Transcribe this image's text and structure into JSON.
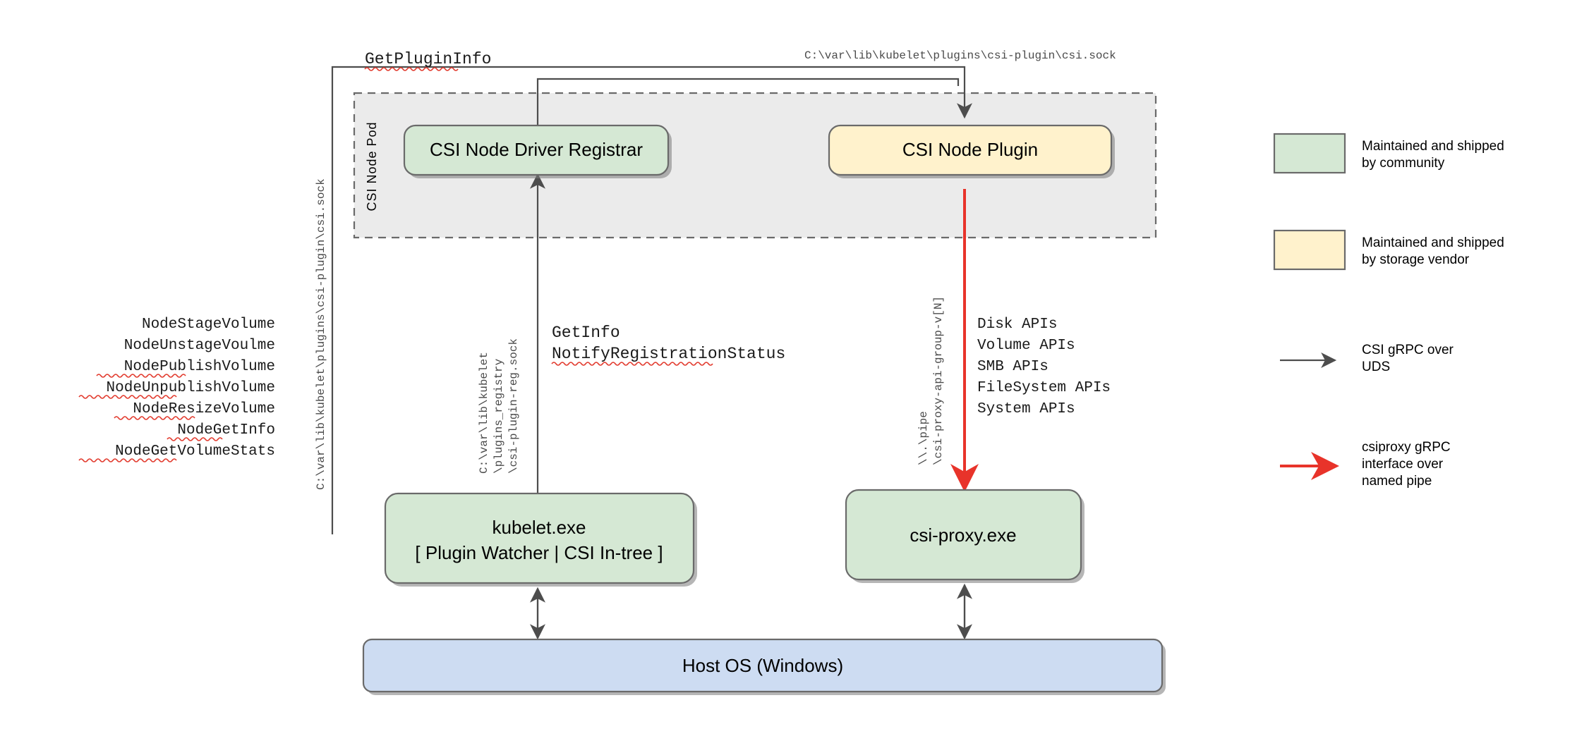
{
  "diagram": {
    "title_hidden": "",
    "pod": {
      "label": "CSI Node Pod"
    },
    "nodes": {
      "registrar": {
        "label": "CSI Node Driver Registrar",
        "fill": "#d5e8d4"
      },
      "node_plugin": {
        "label": "CSI Node Plugin",
        "fill": "#fff2cc"
      },
      "kubelet": {
        "line1": "kubelet.exe",
        "line2": "[ Plugin Watcher | CSI In-tree ]",
        "fill": "#d5e8d4"
      },
      "csi_proxy": {
        "label": "csi-proxy.exe",
        "fill": "#d5e8d4"
      },
      "host_os": {
        "label": "Host OS (Windows)",
        "fill": "#cddcf2"
      }
    },
    "edge_labels": {
      "get_plugin_info": "GetPluginInfo",
      "csi_sock_top": "C:\\var\\lib\\kubelet\\plugins\\csi-plugin\\csi.sock",
      "csi_sock_left_vertical": "C:\\var\\lib\\kubelet\\plugins\\csi-plugin\\csi.sock",
      "reg_sock_vertical": [
        "C:\\var\\lib\\kubelet",
        "\\plugins_registry",
        "\\csi-plugin-reg.sock"
      ],
      "named_pipe_vertical": [
        "\\\\.\\pipe",
        "\\csi-proxy-api-group-v[N]"
      ],
      "registration_calls": [
        "GetInfo",
        "NotifyRegistrationStatus"
      ]
    },
    "csi_node_calls": [
      "NodeStageVolume",
      "NodeUnstageVoulme",
      "NodePublishVolume",
      "NodeUnpublishVolume",
      "NodeResizeVolume",
      "NodeGetInfo",
      "NodeGetVolumeStats"
    ],
    "proxy_apis": [
      "Disk APIs",
      "Volume APIs",
      "SMB APIs",
      "FileSystem APIs",
      "System APIs"
    ],
    "legend": {
      "items": [
        {
          "kind": "swatch",
          "color": "#d5e8d4",
          "lines": [
            "Maintained and shipped",
            "by community"
          ]
        },
        {
          "kind": "swatch",
          "color": "#fff2cc",
          "lines": [
            "Maintained and shipped",
            "by storage vendor"
          ]
        },
        {
          "kind": "arrow",
          "color": "#4d4d4d",
          "lines": [
            "CSI gRPC over",
            "UDS"
          ]
        },
        {
          "kind": "arrow",
          "color": "#e8332a",
          "lines": [
            "csiproxy gRPC",
            "interface over",
            "named pipe"
          ]
        }
      ]
    },
    "colors": {
      "green": "#d5e8d4",
      "yellow": "#fff2cc",
      "blue": "#cddcf2",
      "pod_bg": "#ebebeb",
      "stroke": "#6a6a6a",
      "edge": "#4d4d4d",
      "red": "#e8332a",
      "spellcheck": "#e23b2e"
    }
  }
}
